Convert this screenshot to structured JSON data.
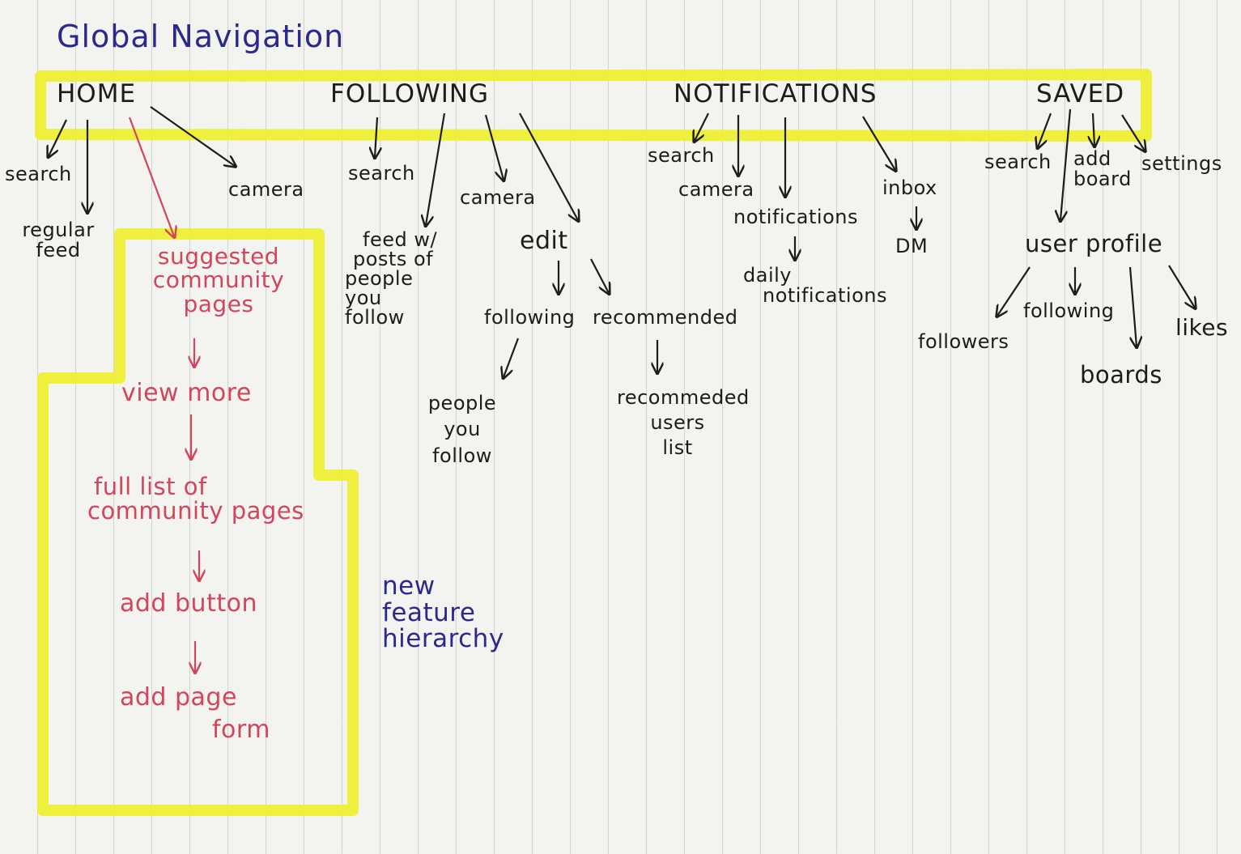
{
  "title": "Global Navigation",
  "nav": [
    "HOME",
    "FOLLOWING",
    "NOTIFICATIONS",
    "SAVED"
  ],
  "home": {
    "search": "search",
    "regular_feed": [
      "regular",
      "feed"
    ],
    "camera": "camera",
    "new_feature": {
      "suggested": [
        "suggested",
        "community",
        "pages"
      ],
      "view_more": "view more",
      "full_list": [
        "full list of",
        "community pages"
      ],
      "add_button": "add button",
      "add_page_form": [
        "add page",
        "form"
      ]
    }
  },
  "following": {
    "search": "search",
    "feed": [
      "feed w/",
      "posts of",
      "people",
      "you",
      "follow"
    ],
    "camera": "camera",
    "edit": "edit",
    "following": "following",
    "recommended": "recommended",
    "people_you_follow": [
      "people",
      "you",
      "follow"
    ],
    "recommended_users_list": [
      "recommeded",
      "users",
      "list"
    ]
  },
  "notifications": {
    "search": "search",
    "camera": "camera",
    "notifications": "notifications",
    "daily_notifications": [
      "daily",
      "notifications"
    ],
    "inbox": "inbox",
    "dm": "DM"
  },
  "saved": {
    "search": "search",
    "add_board": [
      "add",
      "board"
    ],
    "settings": "settings",
    "user_profile": "user profile",
    "followers": "followers",
    "following": "following",
    "boards": "boards",
    "likes": "likes"
  },
  "legend": [
    "new",
    "feature",
    "hierarchy"
  ],
  "colors": {
    "highlight": "#eef02a",
    "ink": "#1c1c1c",
    "pink_ink": "#d2455a",
    "blue_ink": "#2b2a8c",
    "paper": "#f3f3ef"
  }
}
